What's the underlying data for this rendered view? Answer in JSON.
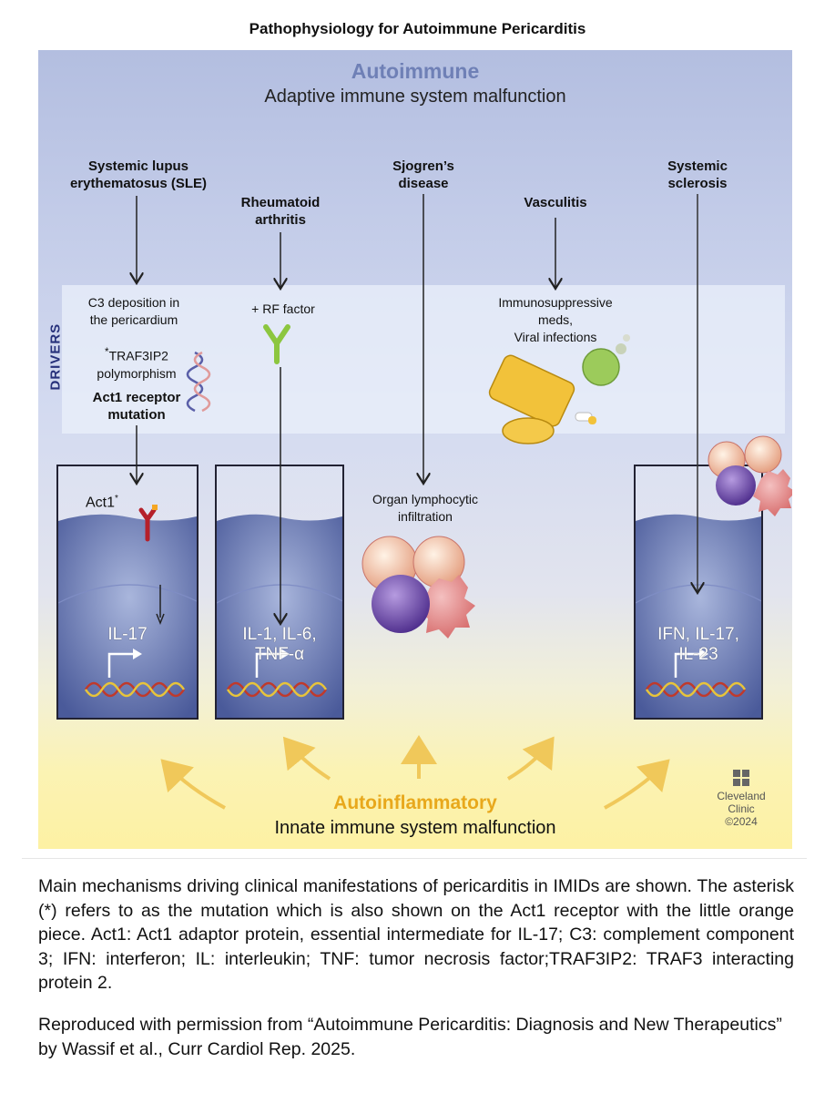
{
  "figure_title": "Pathophysiology for Autoimmune Pericarditis",
  "autoimmune": {
    "title": "Autoimmune",
    "subtitle": "Adaptive immune system malfunction"
  },
  "autoinflammatory": {
    "title": "Autoinflammatory",
    "subtitle": "Innate immune system malfunction"
  },
  "drivers_label": "DRIVERS",
  "diseases": {
    "sle": [
      "Systemic lupus",
      "erythematosus (SLE)"
    ],
    "ra": [
      "Rheumatoid",
      "arthritis"
    ],
    "sjogren": [
      "Sjogren’s",
      "disease"
    ],
    "vasculitis": [
      "Vasculitis"
    ],
    "ssc": [
      "Systemic",
      "sclerosis"
    ]
  },
  "drivers": {
    "c3": [
      "C3 deposition in",
      "the pericardium"
    ],
    "traf_asterisk": "*",
    "traf": [
      "TRAF3IP2",
      "polymorphism"
    ],
    "act1_mutation": [
      "Act1 receptor",
      "mutation"
    ],
    "rf": "+ RF factor",
    "immuno": [
      "Immunosuppressive",
      "meds,",
      "Viral infections"
    ]
  },
  "cells": {
    "act1_label": "Act1",
    "act1_asterisk": "*",
    "sle_cytokines": [
      "IL-17"
    ],
    "ra_cytokines": [
      "IL-1, IL-6,",
      "TNF-α"
    ],
    "ssc_cytokines": [
      "IFN, IL-17,",
      "IL-23"
    ]
  },
  "infiltration": [
    "Organ lymphocytic",
    "infiltration"
  ],
  "brand": {
    "name": [
      "Cleveland",
      "Clinic"
    ],
    "year": "©2024"
  },
  "caption": "Main mechanisms driving clinical manifestations of pericarditis in IMIDs are shown. The asterisk (*) refers to as the mutation which is also shown on the Act1 receptor with the little orange piece. Act1: Act1 adaptor protein, essential intermediate for IL-17; C3: complement component 3; IFN: interferon; IL: interleukin; TNF: tumor necrosis factor;TRAF3IP2: TRAF3 interacting protein 2.",
  "credit": "Reproduced with permission from “Autoimmune Pericarditis: Diagnosis and New Therapeutics” by Wassif et al., Curr Cardiol Rep. 2025.",
  "colors": {
    "autoimmune_accent": "#6f80b6",
    "autoinflammatory_accent": "#e8a81c",
    "drivers_label": "#26307a",
    "act1_receptor": "#b5202a",
    "rf_antibody": "#8cc63f"
  }
}
